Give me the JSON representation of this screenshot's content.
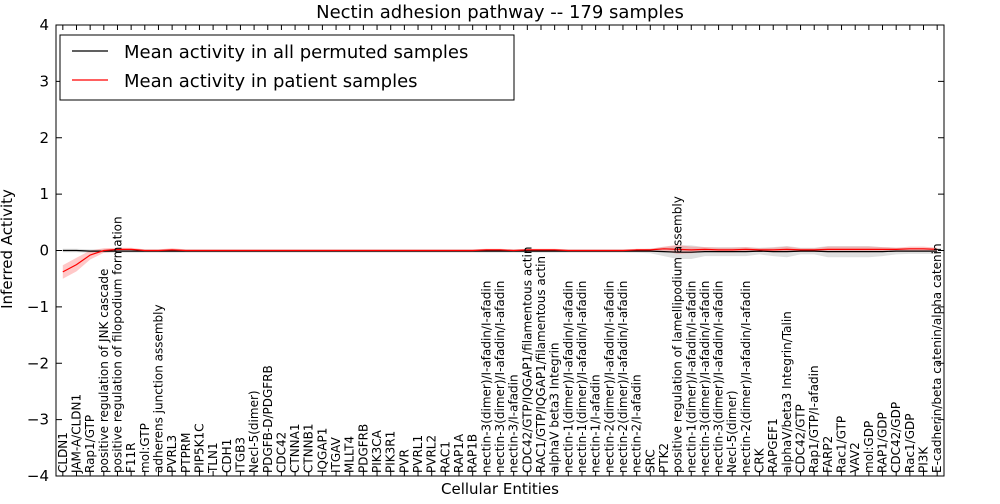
{
  "chart_data": {
    "type": "line",
    "title": "Nectin adhesion pathway -- 179 samples",
    "xlabel": "Cellular Entities",
    "ylabel": "Inferred Activity",
    "ylim": [
      -4,
      4
    ],
    "yticks": [
      -4,
      -3,
      -2,
      -1,
      0,
      1,
      2,
      3,
      4
    ],
    "grid": false,
    "legend_placement": "top-left",
    "categories": [
      "CLDN1",
      "JAM-A/CLDN1",
      "Rap1/GTP",
      "positive regulation of JNK cascade",
      "positive regulation of filopodium formation",
      "F11R",
      "mol:GTP",
      "adherens junction assembly",
      "PVRL3",
      "PTPRM",
      "PIP5K1C",
      "TLN1",
      "CDH1",
      "ITGB3",
      "Necl-5(dimer)",
      "PDGFB-D/PDGFRB",
      "CDC42",
      "CTNNA1",
      "CTNNB1",
      "IQGAP1",
      "ITGAV",
      "MLLT4",
      "PDGFRB",
      "PIK3CA",
      "PIK3R1",
      "PVR",
      "PVRL1",
      "PVRL2",
      "RAC1",
      "RAP1A",
      "RAP1B",
      "nectin-3(dimer)/I-afadin/I-afadin",
      "nectin-3(dimer)/I-afadin/I-afadin",
      "nectin-3/I-afadin",
      "CDC42/GTP/IQGAP1/filamentous actin",
      "RAC1/GTP/IQGAP1/filamentous actin",
      "alphaV beta3 Integrin",
      "nectin-1(dimer)/I-afadin/I-afadin",
      "nectin-1(dimer)/I-afadin/I-afadin",
      "nectin-1/I-afadin",
      "nectin-2(dimer)/I-afadin/I-afadin",
      "nectin-2(dimer)/I-afadin/I-afadin",
      "nectin-2/I-afadin",
      "SRC",
      "PTK2",
      "positive regulation of lamellipodium assembly",
      "nectin-1(dimer)/I-afadin/I-afadin",
      "nectin-3(dimer)/I-afadin/I-afadin",
      "nectin-3(dimer)/I-afadin/I-afadin",
      "Necl-5(dimer)",
      "nectin-2(dimer)/I-afadin/I-afadin",
      "CRK",
      "RAPGEF1",
      "alphaV/beta3 Integrin/Talin",
      "CDC42/GTP",
      "Rap1/GTP/I-afadin",
      "FARP2",
      "Rac1/GTP",
      "VAV2",
      "mol:GDP",
      "RAP1/GDP",
      "CDC42/GDP",
      "Rac1/GDP",
      "PI3K",
      "E-cadherin/beta catenin/alpha catenin"
    ],
    "series": [
      {
        "name": "Mean activity in all permuted samples",
        "color": "#000000",
        "values": [
          0.0,
          0.0,
          -0.01,
          -0.01,
          -0.01,
          -0.01,
          -0.01,
          -0.01,
          -0.01,
          -0.01,
          -0.01,
          -0.01,
          -0.01,
          -0.01,
          -0.01,
          -0.01,
          -0.01,
          -0.01,
          -0.01,
          -0.01,
          -0.01,
          -0.01,
          -0.01,
          -0.01,
          -0.01,
          -0.01,
          -0.01,
          -0.01,
          -0.01,
          -0.01,
          -0.01,
          -0.01,
          -0.01,
          -0.01,
          -0.01,
          -0.01,
          -0.01,
          -0.01,
          -0.01,
          -0.01,
          -0.01,
          -0.01,
          -0.01,
          -0.01,
          -0.02,
          -0.03,
          -0.03,
          -0.02,
          -0.02,
          -0.02,
          -0.02,
          -0.01,
          -0.02,
          -0.02,
          -0.01,
          -0.01,
          -0.02,
          -0.02,
          -0.02,
          -0.02,
          -0.02,
          -0.01,
          -0.01,
          -0.01,
          -0.01
        ],
        "spread": [
          0.03,
          0.03,
          0.03,
          0.03,
          0.03,
          0.03,
          0.03,
          0.03,
          0.03,
          0.03,
          0.03,
          0.03,
          0.03,
          0.03,
          0.03,
          0.03,
          0.03,
          0.03,
          0.03,
          0.03,
          0.03,
          0.03,
          0.03,
          0.03,
          0.03,
          0.03,
          0.03,
          0.03,
          0.03,
          0.03,
          0.03,
          0.03,
          0.03,
          0.03,
          0.03,
          0.03,
          0.03,
          0.03,
          0.03,
          0.03,
          0.03,
          0.03,
          0.03,
          0.04,
          0.08,
          0.12,
          0.12,
          0.08,
          0.08,
          0.08,
          0.08,
          0.06,
          0.08,
          0.1,
          0.06,
          0.06,
          0.1,
          0.1,
          0.1,
          0.1,
          0.08,
          0.06,
          0.05,
          0.05,
          0.05
        ]
      },
      {
        "name": "Mean activity in patient samples",
        "color": "#ff0000",
        "values": [
          -0.38,
          -0.25,
          -0.08,
          0.0,
          0.02,
          0.02,
          0.0,
          0.0,
          0.01,
          0.0,
          0.0,
          0.0,
          0.0,
          0.0,
          0.0,
          0.0,
          0.0,
          0.0,
          0.0,
          0.0,
          0.0,
          0.0,
          0.0,
          0.0,
          0.0,
          0.0,
          0.0,
          0.0,
          0.0,
          0.0,
          0.0,
          0.01,
          0.01,
          0.0,
          0.01,
          0.01,
          0.01,
          0.0,
          0.0,
          0.0,
          0.0,
          0.0,
          0.01,
          0.01,
          0.03,
          0.02,
          0.01,
          0.02,
          0.01,
          0.01,
          0.02,
          0.01,
          0.01,
          0.02,
          0.01,
          0.01,
          0.02,
          0.02,
          0.02,
          0.02,
          0.02,
          0.02,
          0.03,
          0.03,
          0.02
        ],
        "spread": [
          0.12,
          0.12,
          0.08,
          0.04,
          0.03,
          0.03,
          0.02,
          0.02,
          0.03,
          0.02,
          0.02,
          0.02,
          0.02,
          0.02,
          0.02,
          0.02,
          0.02,
          0.02,
          0.02,
          0.02,
          0.02,
          0.02,
          0.02,
          0.02,
          0.02,
          0.02,
          0.02,
          0.02,
          0.02,
          0.02,
          0.02,
          0.02,
          0.02,
          0.02,
          0.02,
          0.02,
          0.02,
          0.02,
          0.02,
          0.02,
          0.02,
          0.02,
          0.02,
          0.02,
          0.04,
          0.08,
          0.06,
          0.04,
          0.04,
          0.04,
          0.04,
          0.03,
          0.04,
          0.05,
          0.03,
          0.03,
          0.05,
          0.05,
          0.05,
          0.05,
          0.04,
          0.03,
          0.04,
          0.04,
          0.03
        ]
      }
    ]
  }
}
